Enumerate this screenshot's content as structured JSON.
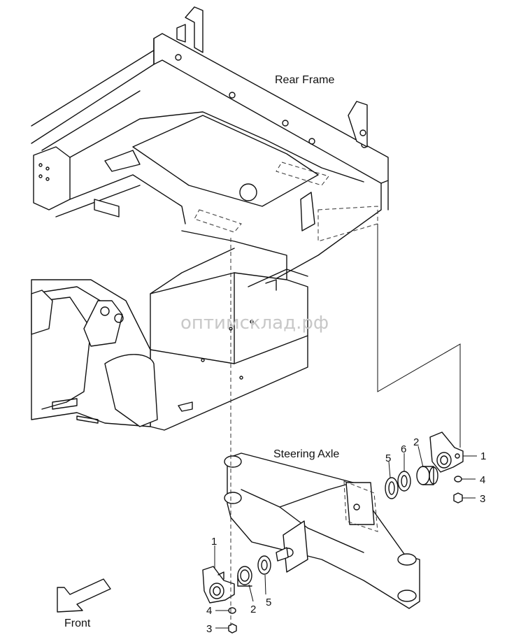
{
  "labels": {
    "rear_frame": "Rear Frame",
    "steering_axle": "Steering Axle",
    "front": "Front",
    "watermark": "оптимсклад.рф"
  },
  "callouts": {
    "right_1": "1",
    "right_4": "4",
    "right_3": "3",
    "right_2": "2",
    "right_6": "6",
    "right_5": "5",
    "left_1": "1",
    "left_4": "4",
    "left_3": "3",
    "left_2": "2",
    "left_5": "5"
  }
}
